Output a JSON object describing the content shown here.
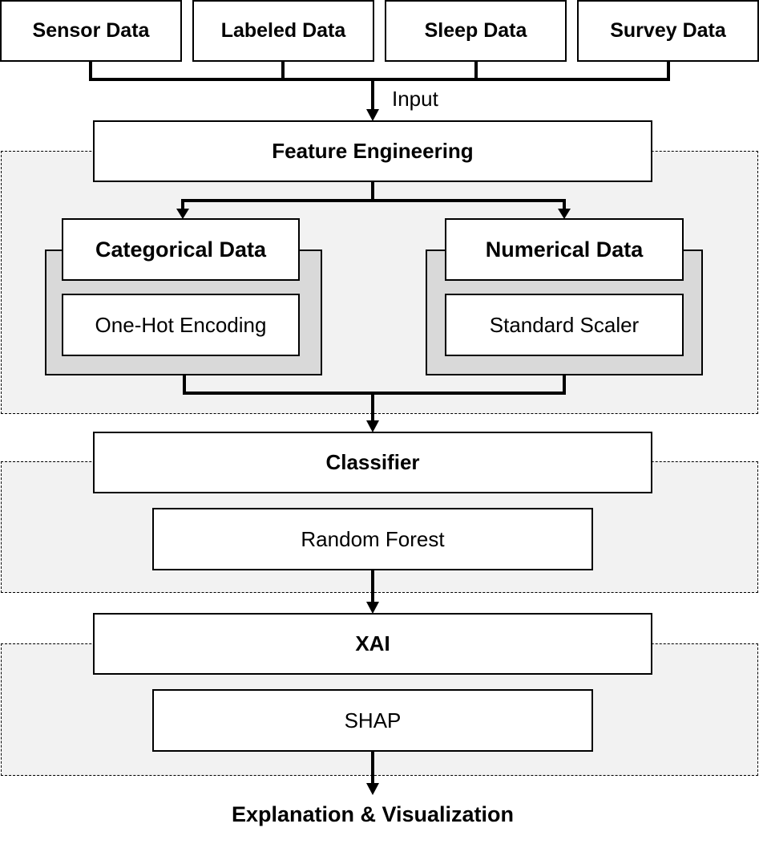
{
  "inputs": {
    "sensor": "Sensor Data",
    "labeled": "Labeled Data",
    "sleep": "Sleep Data",
    "survey": "Survey Data"
  },
  "input_label": "Input",
  "feature_engineering": {
    "title": "Feature Engineering",
    "categorical": {
      "title": "Categorical Data",
      "method": "One-Hot Encoding"
    },
    "numerical": {
      "title": "Numerical Data",
      "method": "Standard Scaler"
    }
  },
  "classifier": {
    "title": "Classifier",
    "method": "Random Forest"
  },
  "xai": {
    "title": "XAI",
    "method": "SHAP"
  },
  "output": "Explanation & Visualization",
  "colors": {
    "region_fill": "#f2f2f2",
    "group_fill": "#d9d9d9",
    "box_fill": "#ffffff",
    "line": "#000000"
  }
}
